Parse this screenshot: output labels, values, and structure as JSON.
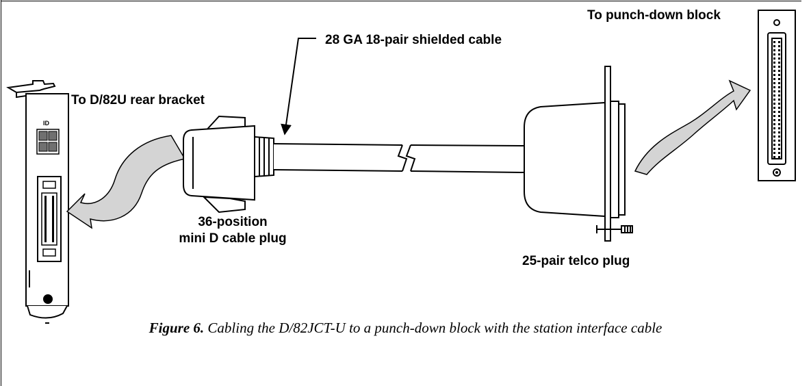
{
  "labels": {
    "punch_down": "To punch-down block",
    "cable": "28 GA 18-pair shielded cable",
    "rear_bracket": "To D/82U rear bracket",
    "id_mark": "ID",
    "mini_d_line1": "36-position",
    "mini_d_line2": "mini D cable plug",
    "telco": "25-pair telco plug"
  },
  "caption": {
    "figure": "Figure 6.",
    "text": "Cabling the D/82JCT-U to a punch-down block with the station interface cable"
  },
  "colors": {
    "arrow_fill": "#d4d4d4",
    "led_fill": "#707070",
    "line": "#000000"
  }
}
